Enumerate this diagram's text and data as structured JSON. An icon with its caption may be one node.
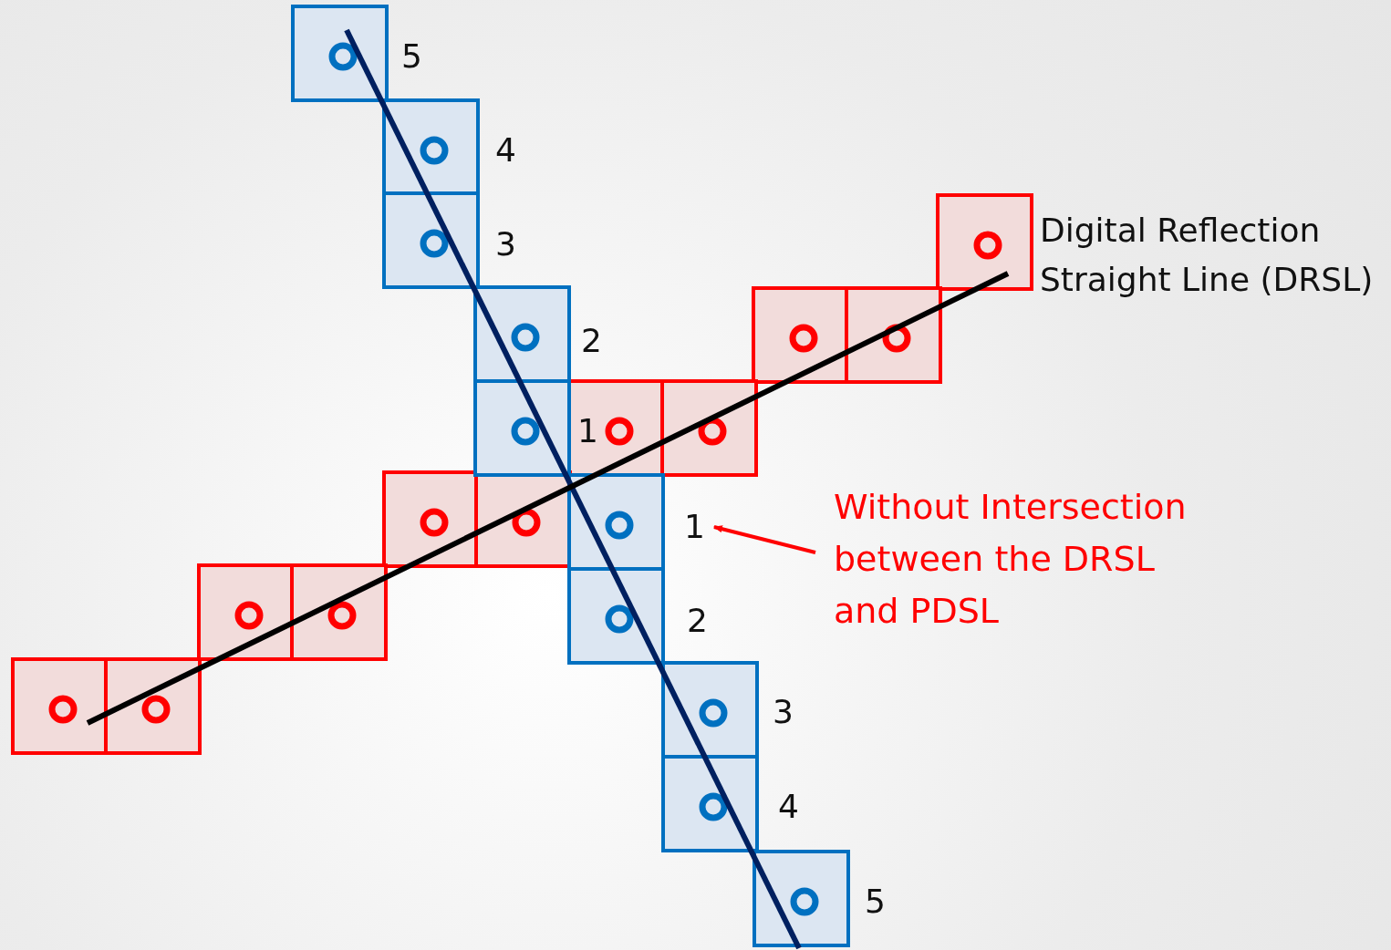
{
  "diagram": {
    "nodes": [
      {
        "text": [
          "1"
        ]
      },
      {
        "text": [
          "Without Intersection between the DRSL and PDSL"
        ]
      }
    ],
    "edges": [
      {
        "from": 1,
        "to": 0,
        "arrow": "to",
        "color": "#ff0000"
      }
    ],
    "labels": [
      "5",
      "4",
      "Digital Reflection Straight Line (DRSL)",
      "3",
      "2",
      "1",
      "2",
      "3",
      "4",
      "5"
    ]
  }
}
